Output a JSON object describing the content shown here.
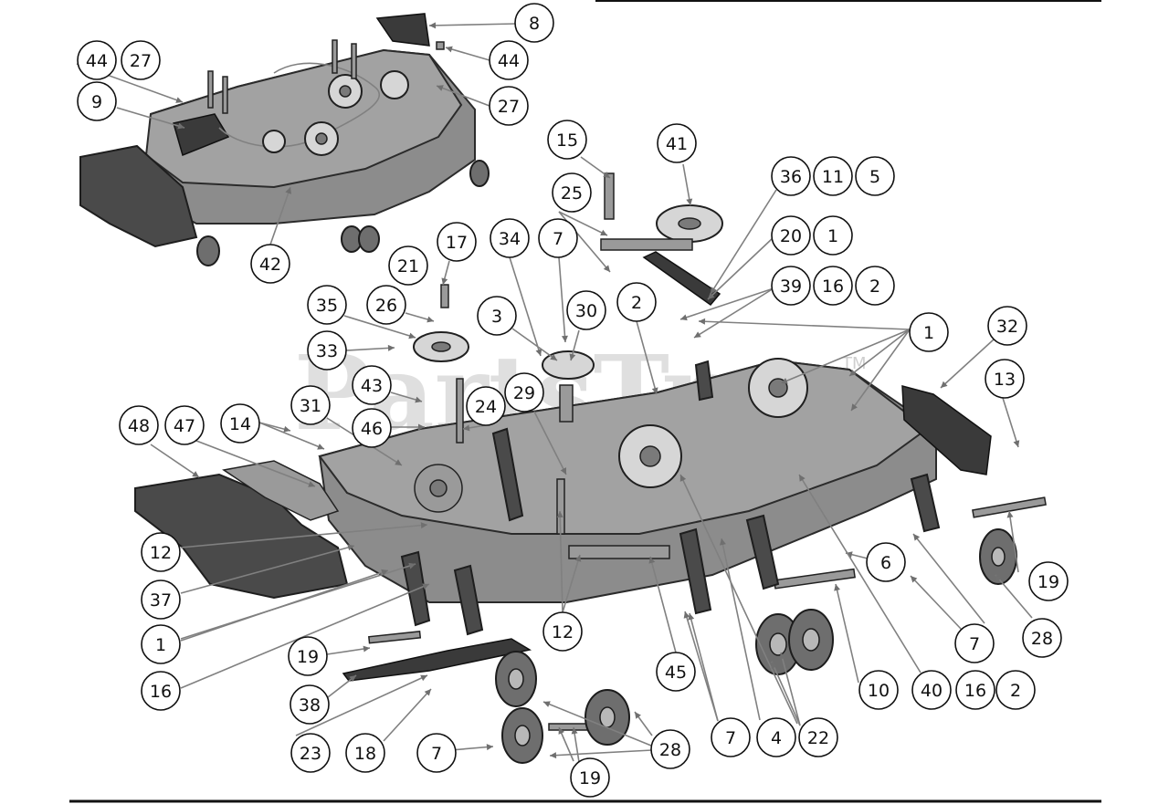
{
  "watermark": {
    "text": "PartsTree",
    "tm": "TM"
  },
  "callouts": [
    {
      "label": "8"
    },
    {
      "label": "44"
    },
    {
      "label": "27"
    },
    {
      "label": "44"
    },
    {
      "label": "27"
    },
    {
      "label": "9"
    },
    {
      "label": "42"
    },
    {
      "label": "15"
    },
    {
      "label": "41"
    },
    {
      "label": "36"
    },
    {
      "label": "11"
    },
    {
      "label": "5"
    },
    {
      "label": "25"
    },
    {
      "label": "20"
    },
    {
      "label": "1"
    },
    {
      "label": "34"
    },
    {
      "label": "7"
    },
    {
      "label": "17"
    },
    {
      "label": "21"
    },
    {
      "label": "39"
    },
    {
      "label": "16"
    },
    {
      "label": "2"
    },
    {
      "label": "35"
    },
    {
      "label": "26"
    },
    {
      "label": "30"
    },
    {
      "label": "2"
    },
    {
      "label": "3"
    },
    {
      "label": "1"
    },
    {
      "label": "32"
    },
    {
      "label": "33"
    },
    {
      "label": "43"
    },
    {
      "label": "13"
    },
    {
      "label": "29"
    },
    {
      "label": "24"
    },
    {
      "label": "31"
    },
    {
      "label": "46"
    },
    {
      "label": "48"
    },
    {
      "label": "47"
    },
    {
      "label": "14"
    },
    {
      "label": "12"
    },
    {
      "label": "6"
    },
    {
      "label": "19"
    },
    {
      "label": "37"
    },
    {
      "label": "7"
    },
    {
      "label": "28"
    },
    {
      "label": "12"
    },
    {
      "label": "1"
    },
    {
      "label": "19"
    },
    {
      "label": "10"
    },
    {
      "label": "40"
    },
    {
      "label": "16"
    },
    {
      "label": "2"
    },
    {
      "label": "45"
    },
    {
      "label": "16"
    },
    {
      "label": "38"
    },
    {
      "label": "7"
    },
    {
      "label": "4"
    },
    {
      "label": "22"
    },
    {
      "label": "23"
    },
    {
      "label": "18"
    },
    {
      "label": "7"
    },
    {
      "label": "28"
    },
    {
      "label": "19"
    }
  ]
}
